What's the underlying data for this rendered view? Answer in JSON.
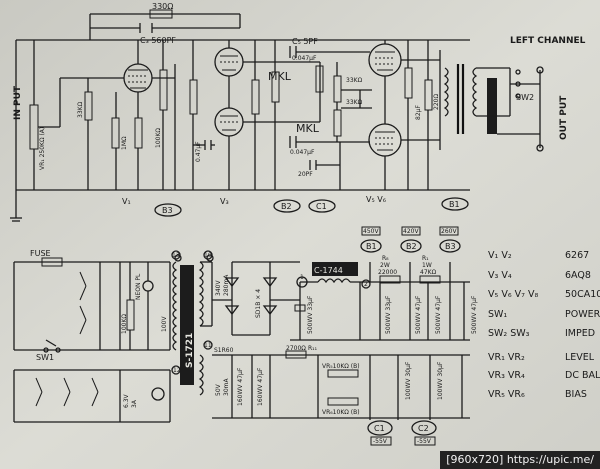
{
  "header": {
    "resistor_330": "330Ω",
    "cap_c3": "C₃ 560PF",
    "cap_c5": "C₅ 5PF"
  },
  "input": {
    "label": "IN PUT",
    "vr": "VR₁ 250KΩ (A)"
  },
  "channel": {
    "label": "LEFT CHANNEL",
    "switch": "SW2",
    "output": "OUT PUT"
  },
  "nodes": {
    "b3_top": "B3",
    "b2_top": "B2",
    "c1_top": "C1",
    "b1_top": "B1",
    "b1_mid": "B1",
    "b2_mid": "B2",
    "b3_mid": "B3",
    "c1_bot": "C1",
    "c2_bot": "C2"
  },
  "tubes": {
    "v1": "V₁",
    "v3": "V₃",
    "v5v6": "V₅  V₆",
    "mkl_top": "MKL",
    "mkl_mid": "MKL"
  },
  "top_parts": {
    "r_33k_a": "33KΩ",
    "r_33k_b": "33KΩ",
    "r_33k_c": "33KΩ",
    "c_047_a": "0.047μF",
    "c_047_b": "0.047μF",
    "c_20pf": "20PF",
    "r_1m": "1MΩ",
    "r_100k": "100KΩ",
    "r_220": "220Ω",
    "c_047_c": "0.47μF",
    "c_82": "82μF"
  },
  "power": {
    "fuse": "FUSE",
    "neon": "NEON PL",
    "sw1": "SW1",
    "transformer": "S-1721",
    "choke": "C-1744",
    "diode": "SD1B × 4",
    "v_100": "100V",
    "v_340": "340V",
    "ma_280": "280mA",
    "v_50": "50V",
    "ma_30": "30mA",
    "heater_63": "6.3V",
    "heater_3a": "3A",
    "r_100k": "100KΩ",
    "v450": "450V",
    "v420": "420V",
    "v260": "260V",
    "r8": "R₈",
    "r_22000": "22000",
    "r_2w": "2W",
    "r1": "R₁",
    "r_47k": "47KΩ",
    "r_1w": "1W",
    "c_500wv_a": "500WV 33μF",
    "c_500wv_b": "500WV 33μF",
    "c_500wv_c": "500WV 47μF",
    "c_500wv_d": "500WV 47μF",
    "c_500wv_e": "500WV 47μF",
    "s1r60": "S1R60",
    "r_2700": "2700Ω",
    "rn": "R₁₁",
    "vr10k_a": "VR₅10KΩ (B)",
    "vr10k_b": "VR₆10KΩ (B)",
    "c_160wv_a": "160WV 47μF",
    "c_160wv_b": "160WV 47μF",
    "c_100wv_a": "100WV 30μF",
    "c_100wv_b": "100WV 30μF",
    "neg55_a": "-55V",
    "neg55_b": "-55V",
    "num1": "1",
    "num2": "2",
    "num10": "10",
    "num11": "11",
    "num12": "12",
    "num13": "13"
  },
  "legend": [
    {
      "key": "V₁ V₂",
      "val": "6267"
    },
    {
      "key": "V₃ V₄",
      "val": "6AQ8"
    },
    {
      "key": "V₅ V₆ V₇ V₈",
      "val": "50CA10"
    },
    {
      "key": "SW₁",
      "val": "POWER"
    },
    {
      "key": "SW₂  SW₃",
      "val": "IMPED"
    },
    {
      "key": "VR₁ VR₂",
      "val": "LEVEL"
    },
    {
      "key": "VR₃ VR₄",
      "val": "DC BAL"
    },
    {
      "key": "VR₅ VR₆",
      "val": "BIAS"
    }
  ],
  "watermark": "[960x720] https://upic.me/"
}
